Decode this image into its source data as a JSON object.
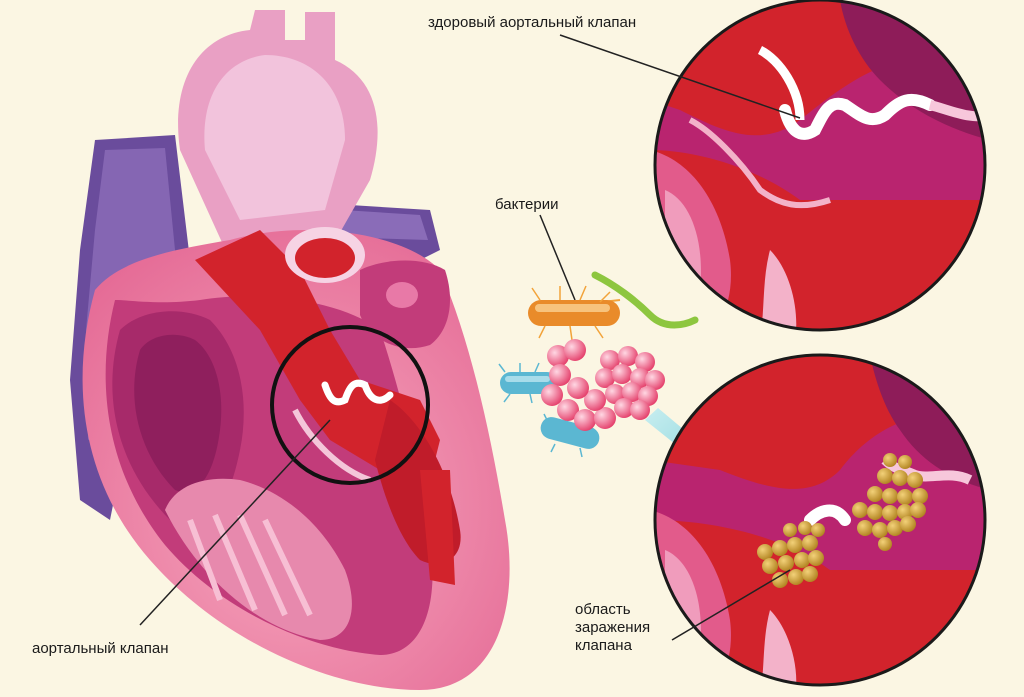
{
  "labels": {
    "healthy_valve": "здоровый аортальный клапан",
    "bacteria": "бактерии",
    "aortic_valve": "аортальный клапан",
    "infection_area": [
      "область",
      "заражения",
      "клапана"
    ]
  },
  "colors": {
    "background": "#fbf6e3",
    "blood_red": "#d2232c",
    "heart_pink": "#e25b8b",
    "vessel_purple": "#6a4c9c",
    "valve_white": "#ffffff",
    "bacteria_colony": "#c89b2e",
    "arrow": "#5ec8cf"
  }
}
